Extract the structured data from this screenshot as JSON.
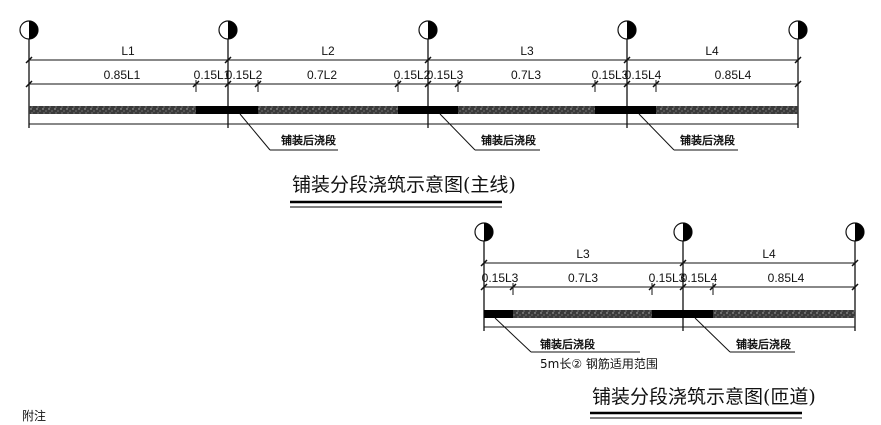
{
  "main_diagram": {
    "title": "铺装分段浇筑示意图(主线)",
    "spans": [
      {
        "label": "L1",
        "segments": [
          "0.85L1",
          "0.15L1"
        ]
      },
      {
        "label": "L2",
        "segments": [
          "0.15L2",
          "0.7L2",
          "0.15L2"
        ]
      },
      {
        "label": "L3",
        "segments": [
          "0.15L3",
          "0.7L3",
          "0.15L3"
        ]
      },
      {
        "label": "L4",
        "segments": [
          "0.15L4",
          "0.85L4"
        ]
      }
    ],
    "callouts": [
      "铺装后浇段",
      "铺装后浇段",
      "铺装后浇段"
    ]
  },
  "ramp_diagram": {
    "title": "铺装分段浇筑示意图(匝道)",
    "spans": [
      {
        "label": "L3",
        "segments": [
          "0.15L3",
          "0.7L3",
          "0.15L3"
        ]
      },
      {
        "label": "L4",
        "segments": [
          "0.15L4",
          "0.85L4"
        ]
      }
    ],
    "callouts": [
      "铺装后浇段",
      "铺装后浇段"
    ],
    "rebar_note": "5m长② 钢筋适用范围"
  },
  "footer_note": "附注",
  "colors": {
    "ink": "#111111",
    "background": "#ffffff"
  }
}
